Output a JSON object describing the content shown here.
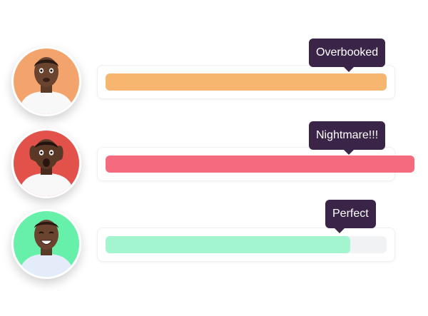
{
  "rows": [
    {
      "label": "Overbooked",
      "level_percent": 100,
      "bar_color": "#f6b670",
      "avatar": {
        "icon": "surprised-person-avatar",
        "background": "#f3a46c",
        "expression": "surprised"
      }
    },
    {
      "label": "Nightmare!!!",
      "level_percent": 110,
      "bar_color": "#f56a7c",
      "avatar": {
        "icon": "shocked-person-avatar",
        "background": "#e2524a",
        "expression": "shocked"
      }
    },
    {
      "label": "Perfect",
      "level_percent": 87,
      "bar_color": "#a3f5cf",
      "avatar": {
        "icon": "happy-person-avatar",
        "background": "#67f0a9",
        "expression": "happy"
      }
    }
  ]
}
